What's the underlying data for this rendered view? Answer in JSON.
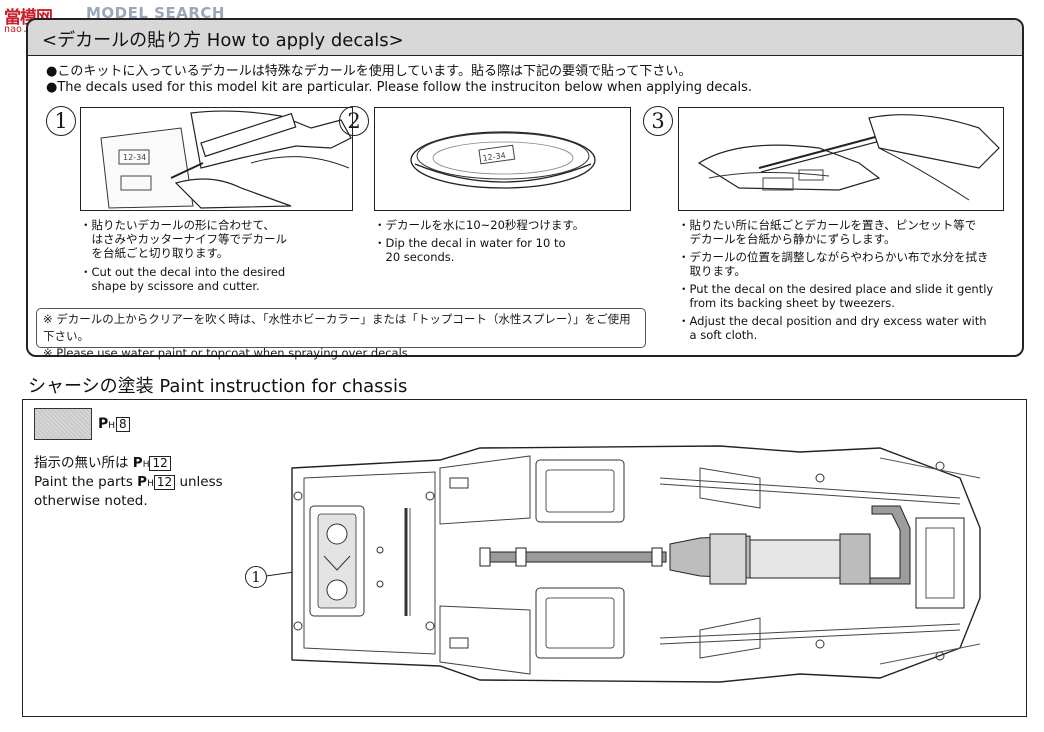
{
  "watermark": {
    "logo": "當模网",
    "search": "MODEL SEARCH",
    "url": "nao.shou.com"
  },
  "decal_section": {
    "title": "<デカールの貼り方 How to apply decals>",
    "note_jp": "●このキットに入っているデカールは特殊なデカールを使用しています。貼る際は下記の要領で貼って下さい。",
    "note_en": "●The decals used for this model kit are particular. Please follow the instruciton below when applying decals.",
    "steps": [
      {
        "number": "1",
        "decal_label": "12-34",
        "texts": [
          "・貼りたいデカールの形に合わせて、",
          "　はさみやカッターナイフ等でデカール",
          "　を台紙ごと切り取ります。",
          "・Cut out the decal into the desired",
          "　shape by scissore and cutter."
        ]
      },
      {
        "number": "2",
        "decal_label": "12-34",
        "texts": [
          "・デカールを水に10~20秒程つけます。",
          "・Dip the decal in water for 10 to",
          "　20 seconds."
        ]
      },
      {
        "number": "3",
        "texts": [
          "・貼りたい所に台紙ごとデカールを置き、ピンセット等で",
          "　デカールを台紙から静かにずらします。",
          "・デカールの位置を調整しながらやわらかい布で水分を拭き",
          "　取ります。",
          "・Put the decal on the desired place and slide it gently",
          "　from its backing sheet by tweezers.",
          "・Adjust the decal position and dry excess water with",
          "　a soft cloth."
        ]
      }
    ],
    "water_note_jp": "※ デカールの上からクリアーを吹く時は、「水性ホビーカラー」または「トップコート（水性スプレー）」をご使用下さい。",
    "water_note_en": "※ Please use water paint or topcoat when spraying over decals."
  },
  "chassis_section": {
    "title": "シャーシの塗装 Paint instruction for chassis",
    "swatch_color": "#cfcfcf",
    "swatch_code_letter": "P",
    "swatch_code_sub": "H",
    "swatch_code_number": "8",
    "default_jp": "指示の無い所は",
    "default_en_1": "Paint the parts",
    "default_en_2": "unless",
    "default_en_3": "otherwise noted.",
    "default_code_number": "12",
    "callout_number": "1"
  }
}
